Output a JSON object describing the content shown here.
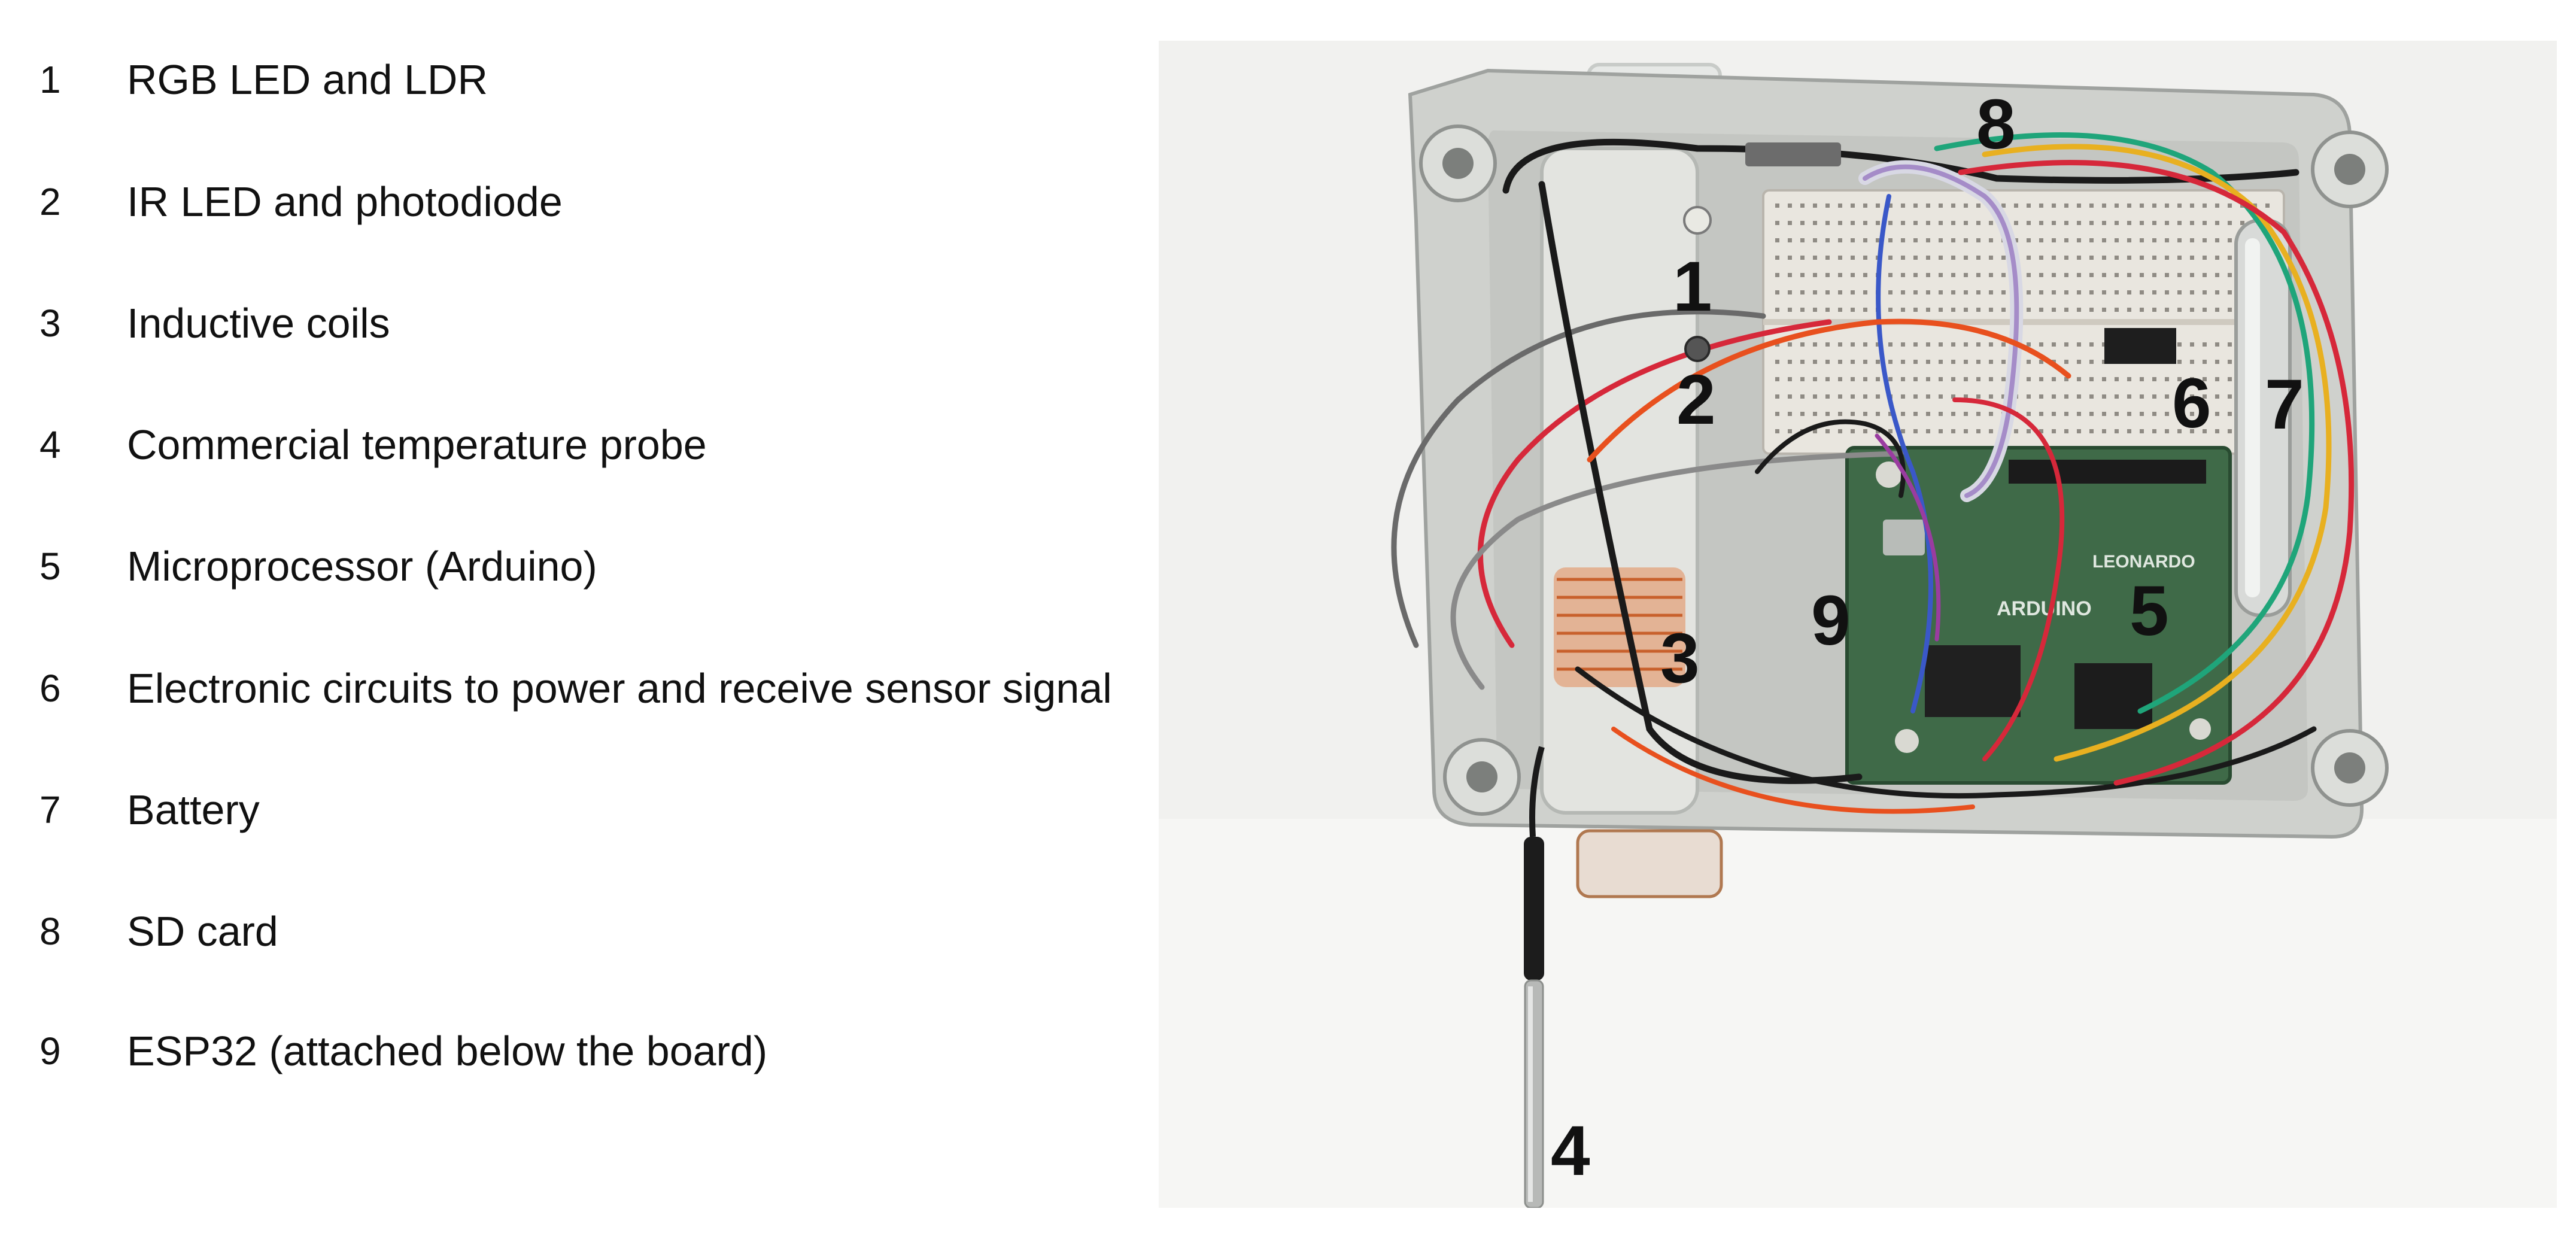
{
  "legend": [
    {
      "number": "1",
      "text": "RGB LED and LDR"
    },
    {
      "number": "2",
      "text": "IR LED and photodiode"
    },
    {
      "number": "3",
      "text": "Inductive coils"
    },
    {
      "number": "4",
      "text": "Commercial temperature probe"
    },
    {
      "number": "5",
      "text": "Microprocessor (Arduino)"
    },
    {
      "number": "6",
      "text": "Electronic circuits to power and receive sensor signal"
    },
    {
      "number": "7",
      "text": "Battery"
    },
    {
      "number": "8",
      "text": "SD card"
    },
    {
      "number": "9",
      "text": "ESP32 (attached below the board)"
    }
  ],
  "callouts": [
    "1",
    "2",
    "3",
    "4",
    "5",
    "6",
    "7",
    "8",
    "9"
  ],
  "board_text": {
    "brand": "ARDUINO",
    "model": "LEONARDO"
  },
  "colors": {
    "wire_red": "#d6283a",
    "wire_green": "#1fa57a",
    "wire_yellow": "#e8b020",
    "wire_blue": "#3a58c8",
    "wire_black": "#1a1a1a",
    "wire_orange": "#e8501e",
    "wire_gray": "#8a8a8a",
    "board_green": "#3f6a48",
    "enclosure_gray": "#cfd1cd"
  }
}
